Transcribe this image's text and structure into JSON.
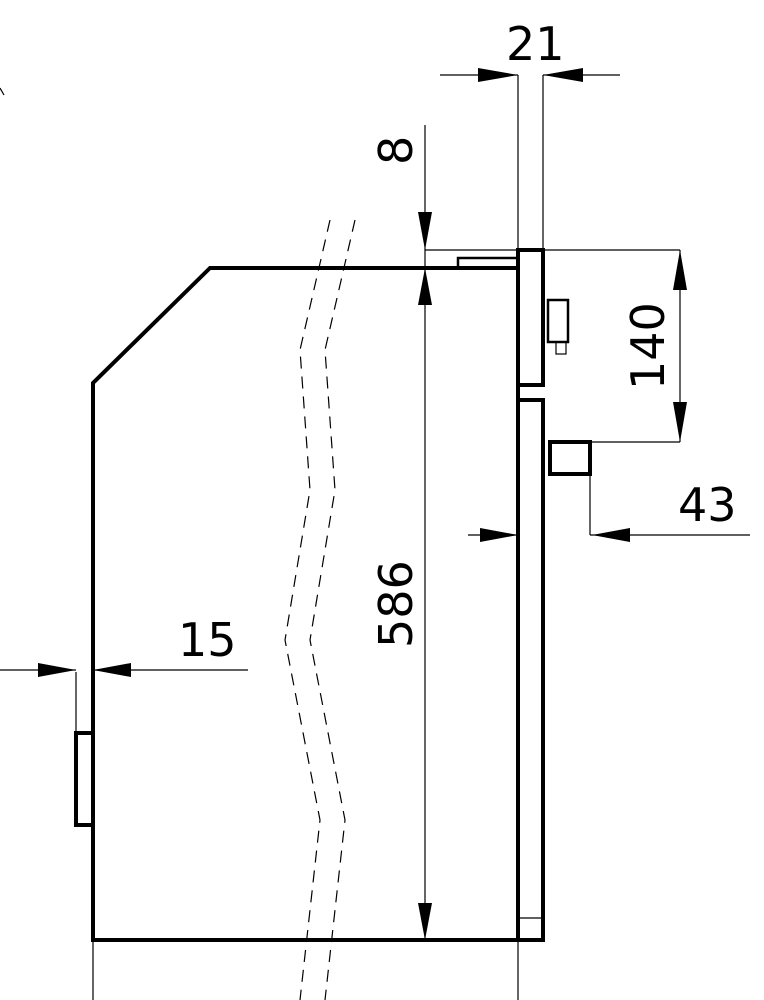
{
  "drawing": {
    "dimensions": {
      "width_21": "21",
      "gap_8": "8",
      "height_140": "140",
      "depth_43": "43",
      "height_586": "586",
      "width_15": "15"
    }
  }
}
